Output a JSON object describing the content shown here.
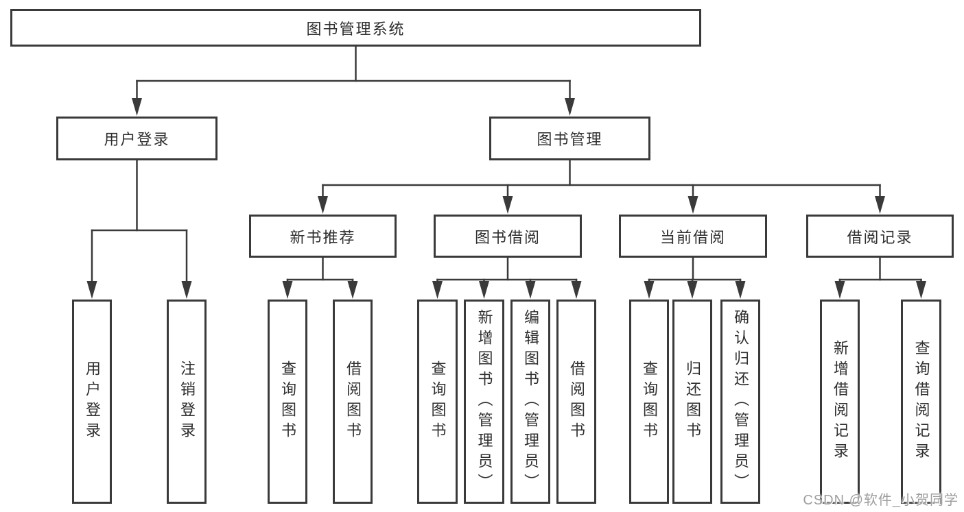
{
  "diagram": {
    "watermark": "CSDN @软件_小贺同学",
    "colors": {
      "line": "#3a3a3a",
      "text": "#2f2f2f",
      "watermark": "#9e9e9e",
      "background": "#ffffff"
    },
    "nodes": [
      {
        "id": "root",
        "label": "图书管理系统",
        "parent": null,
        "level": 1
      },
      {
        "id": "user-login-group",
        "label": "用户登录",
        "parent": "root",
        "level": 2
      },
      {
        "id": "book-mgmt",
        "label": "图书管理",
        "parent": "root",
        "level": 2
      },
      {
        "id": "new-book-rec",
        "label": "新书推荐",
        "parent": "book-mgmt",
        "level": 3
      },
      {
        "id": "book-borrow",
        "label": "图书借阅",
        "parent": "book-mgmt",
        "level": 3
      },
      {
        "id": "current-borrow",
        "label": "当前借阅",
        "parent": "book-mgmt",
        "level": 3
      },
      {
        "id": "borrow-records",
        "label": "借阅记录",
        "parent": "book-mgmt",
        "level": 3
      },
      {
        "id": "user-login",
        "label": "用户登录",
        "parent": "user-login-group",
        "level": 4
      },
      {
        "id": "logout",
        "label": "注销登录",
        "parent": "user-login-group",
        "level": 4
      },
      {
        "id": "query-books-new",
        "label": "查询图书",
        "parent": "new-book-rec",
        "level": 4
      },
      {
        "id": "borrow-books-new",
        "label": "借阅图书",
        "parent": "new-book-rec",
        "level": 4
      },
      {
        "id": "query-books-borrow",
        "label": "查询图书",
        "parent": "book-borrow",
        "level": 4
      },
      {
        "id": "add-books-admin",
        "label": "新增图书（管理员）",
        "parent": "book-borrow",
        "level": 4
      },
      {
        "id": "edit-books-admin",
        "label": "编辑图书（管理员）",
        "parent": "book-borrow",
        "level": 4
      },
      {
        "id": "borrow-books",
        "label": "借阅图书",
        "parent": "book-borrow",
        "level": 4
      },
      {
        "id": "query-books-current",
        "label": "查询图书",
        "parent": "current-borrow",
        "level": 4
      },
      {
        "id": "return-books",
        "label": "归还图书",
        "parent": "current-borrow",
        "level": 4
      },
      {
        "id": "confirm-return-admin",
        "label": "确认归还（管理员）",
        "parent": "current-borrow",
        "level": 4
      },
      {
        "id": "add-borrow-record",
        "label": "新增借阅记录",
        "parent": "borrow-records",
        "level": 4
      },
      {
        "id": "query-borrow-record",
        "label": "查询借阅记录",
        "parent": "borrow-records",
        "level": 4
      }
    ]
  }
}
